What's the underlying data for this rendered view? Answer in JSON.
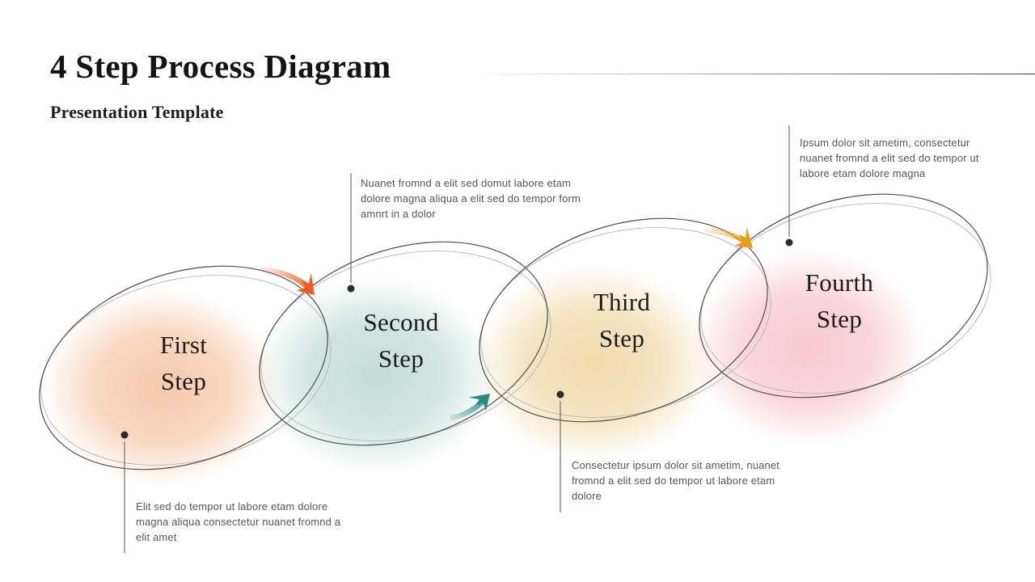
{
  "header": {
    "title": "4 Step Process Diagram",
    "subtitle": "Presentation Template"
  },
  "steps": [
    {
      "title_line1": "First",
      "title_line2": "Step",
      "note": "Elit sed do tempor ut labore etam dolore magna aliqua consectetur nuanet fromnd a elit amet",
      "blob_color": "#F0A878"
    },
    {
      "title_line1": "Second",
      "title_line2": "Step",
      "note": "Nuanet fromnd a elit sed domut labore etam dolore magna aliqua a elit sed do tempor form amnrt in a dolor",
      "blob_color": "#9CC6BC"
    },
    {
      "title_line1": "Third",
      "title_line2": "Step",
      "note": "Consectetur ipsum dolor sit ametim, nuanet fromnd a elit sed do tempor ut labore etam dolore",
      "blob_color": "#E8C379"
    },
    {
      "title_line1": "Fourth",
      "title_line2": "Step",
      "note": "Ipsum dolor sit ametim, consectetur nuanet fromnd a elit sed do tempor ut labore etam dolore magna",
      "blob_color": "#F2A3B4"
    }
  ],
  "arrows": [
    {
      "connects": "step-1-to-step-2",
      "color": "#F15A24"
    },
    {
      "connects": "step-2-to-step-3",
      "color": "#2B8A7D"
    },
    {
      "connects": "step-3-to-step-4",
      "color": "#E9A017"
    }
  ],
  "colors": {
    "outline_dark": "#4D4D4D",
    "outline_light": "#B5B5B5",
    "note_text": "#57585A",
    "title_text": "#141414"
  }
}
